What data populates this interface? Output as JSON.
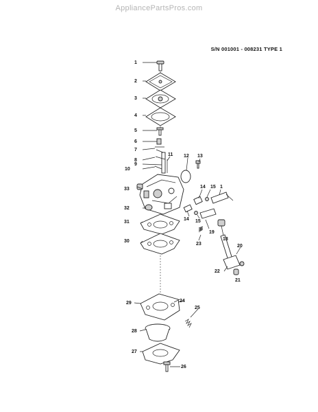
{
  "header": {
    "watermark": "AppliancePartsPros.com",
    "serial_range": "S/N 001001 - 008231 TYPE 1"
  },
  "callouts": {
    "c1": "1",
    "c2": "2",
    "c3": "3",
    "c4": "4",
    "c5": "5",
    "c6": "6",
    "c7": "7",
    "c8": "8",
    "c9": "9",
    "c10": "10",
    "c11": "11",
    "c12": "12",
    "c13": "13",
    "c14a": "14",
    "c15a": "15",
    "c1b": "1",
    "c14b": "14",
    "c15b": "15",
    "c19": "19",
    "c18": "18",
    "c23": "23",
    "c33": "33",
    "c32": "32",
    "c31": "31",
    "c30": "30",
    "c20": "20",
    "c22": "22",
    "c21": "21",
    "c29": "29",
    "c24": "24",
    "c25": "25",
    "c28": "28",
    "c27": "27",
    "c26": "26"
  }
}
